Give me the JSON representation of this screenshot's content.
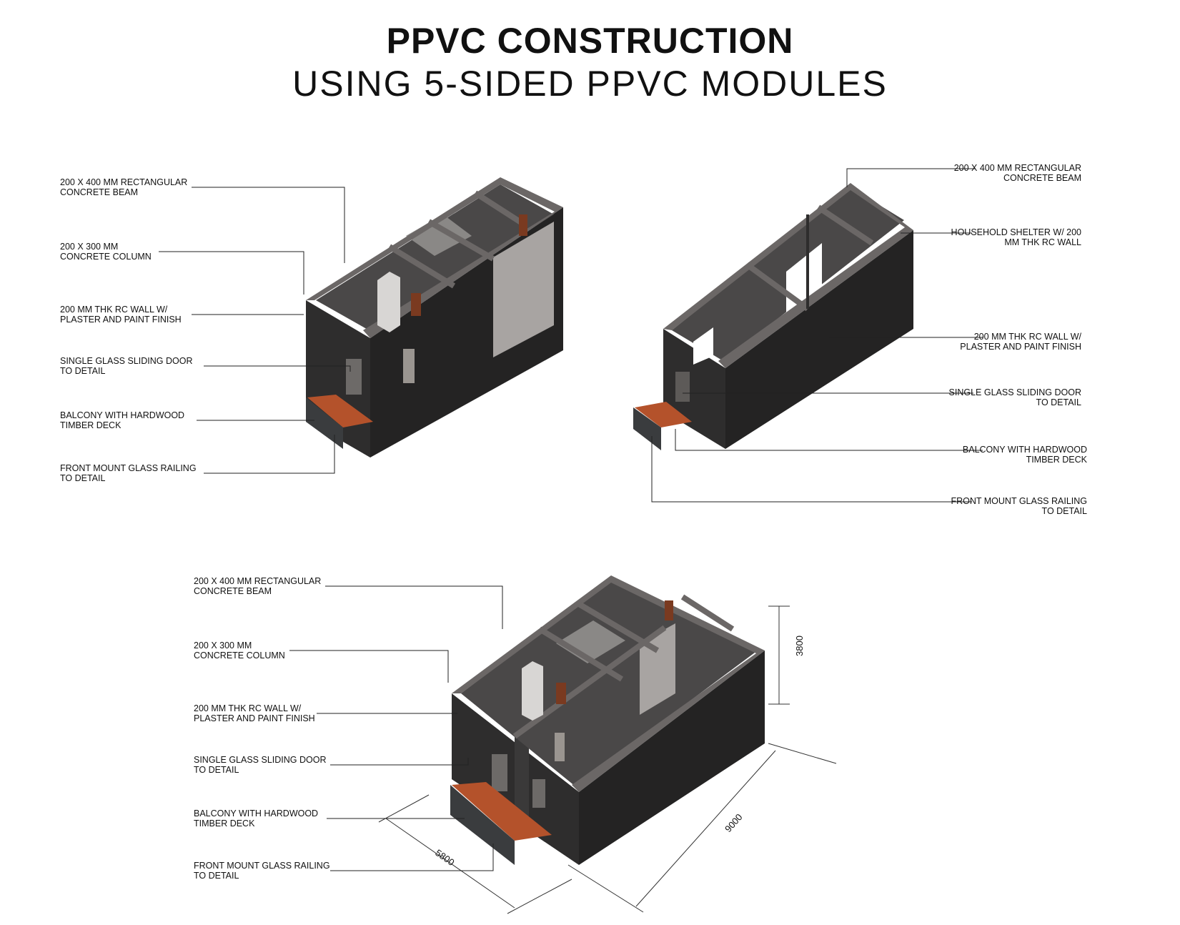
{
  "title": "PPVC CONSTRUCTION",
  "subtitle": "USING 5-SIDED PPVC MODULES",
  "views": [
    {
      "labels": [
        "200 X 400 MM RECTANGULAR\nCONCRETE BEAM",
        "200 X 300 MM\nCONCRETE COLUMN",
        "200 MM THK RC WALL W/\nPLASTER AND PAINT FINISH",
        "SINGLE GLASS SLIDING DOOR\nTO DETAIL",
        "BALCONY WITH HARDWOOD\nTIMBER DECK",
        "FRONT MOUNT GLASS RAILING\nTO DETAIL"
      ]
    },
    {
      "labels": [
        "200 X 400 MM RECTANGULAR\nCONCRETE BEAM",
        "HOUSEHOLD SHELTER W/ 200\nMM THK RC WALL",
        "200 MM THK RC WALL W/\nPLASTER AND PAINT FINISH",
        "SINGLE GLASS SLIDING DOOR\nTO DETAIL",
        "BALCONY WITH HARDWOOD\nTIMBER DECK",
        "FRONT MOUNT GLASS RAILING\nTO DETAIL"
      ]
    },
    {
      "labels": [
        "200 X 400 MM RECTANGULAR\nCONCRETE BEAM",
        "200 X 300 MM\nCONCRETE COLUMN",
        "200 MM THK RC WALL W/\nPLASTER AND PAINT FINISH",
        "SINGLE GLASS SLIDING DOOR\nTO DETAIL",
        "BALCONY WITH HARDWOOD\nTIMBER DECK",
        "FRONT MOUNT GLASS RAILING\nTO DETAIL"
      ],
      "dimensions": {
        "height": "3800",
        "length": "9000",
        "width": "5800"
      }
    }
  ],
  "colors": {
    "wall": "#2b2a2a",
    "wall_dark": "#1e1d1d",
    "beam": "#6b6766",
    "floor": "#a8a4a2",
    "timber": "#b4522b",
    "glass": "#3a3c3e"
  }
}
